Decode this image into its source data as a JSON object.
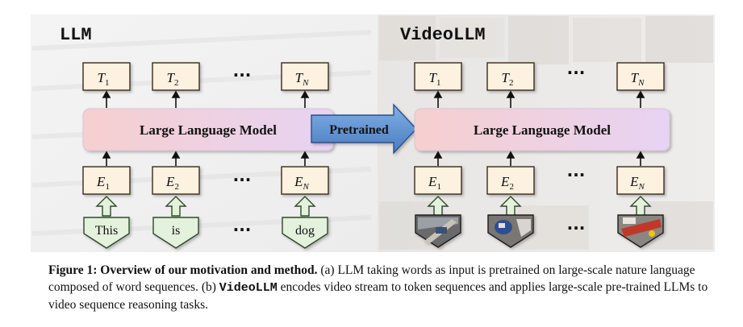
{
  "panels": {
    "left_title": "LLM",
    "right_title": "VideoLLM"
  },
  "model_label": "Large Language Model",
  "arrow_label": "Pretrained",
  "outputs": [
    {
      "main": "T",
      "sub": "1"
    },
    {
      "main": "T",
      "sub": "2"
    },
    {
      "main": "T",
      "sub": "N"
    }
  ],
  "embeddings": [
    {
      "main": "E",
      "sub": "1"
    },
    {
      "main": "E",
      "sub": "2"
    },
    {
      "main": "E",
      "sub": "N"
    }
  ],
  "ellipsis": "···",
  "words": [
    "This",
    "is",
    "dog"
  ],
  "video_frames": [
    "frame-1",
    "frame-2",
    "frame-3"
  ],
  "caption": {
    "label": "Figure 1: Overview of our motivation and method.",
    "part_a": " (a) LLM taking words as input is pretrained on large-scale nature language composed of word sequences. (b) ",
    "mono": "VideoLLM",
    "part_b": " encodes video stream to token sequences and applies large-scale pre-trained LLMs to video sequence reasoning tasks."
  },
  "colors": {
    "token_fill": "#fdf1e0",
    "token_stroke": "#3a2a1a",
    "word_fill": "#e4f1dc",
    "word_stroke": "#2e4a2a",
    "arrow_fill": "#5b8fd0",
    "model_left": "#f6cfcf",
    "model_right": "#e7d3f3"
  }
}
